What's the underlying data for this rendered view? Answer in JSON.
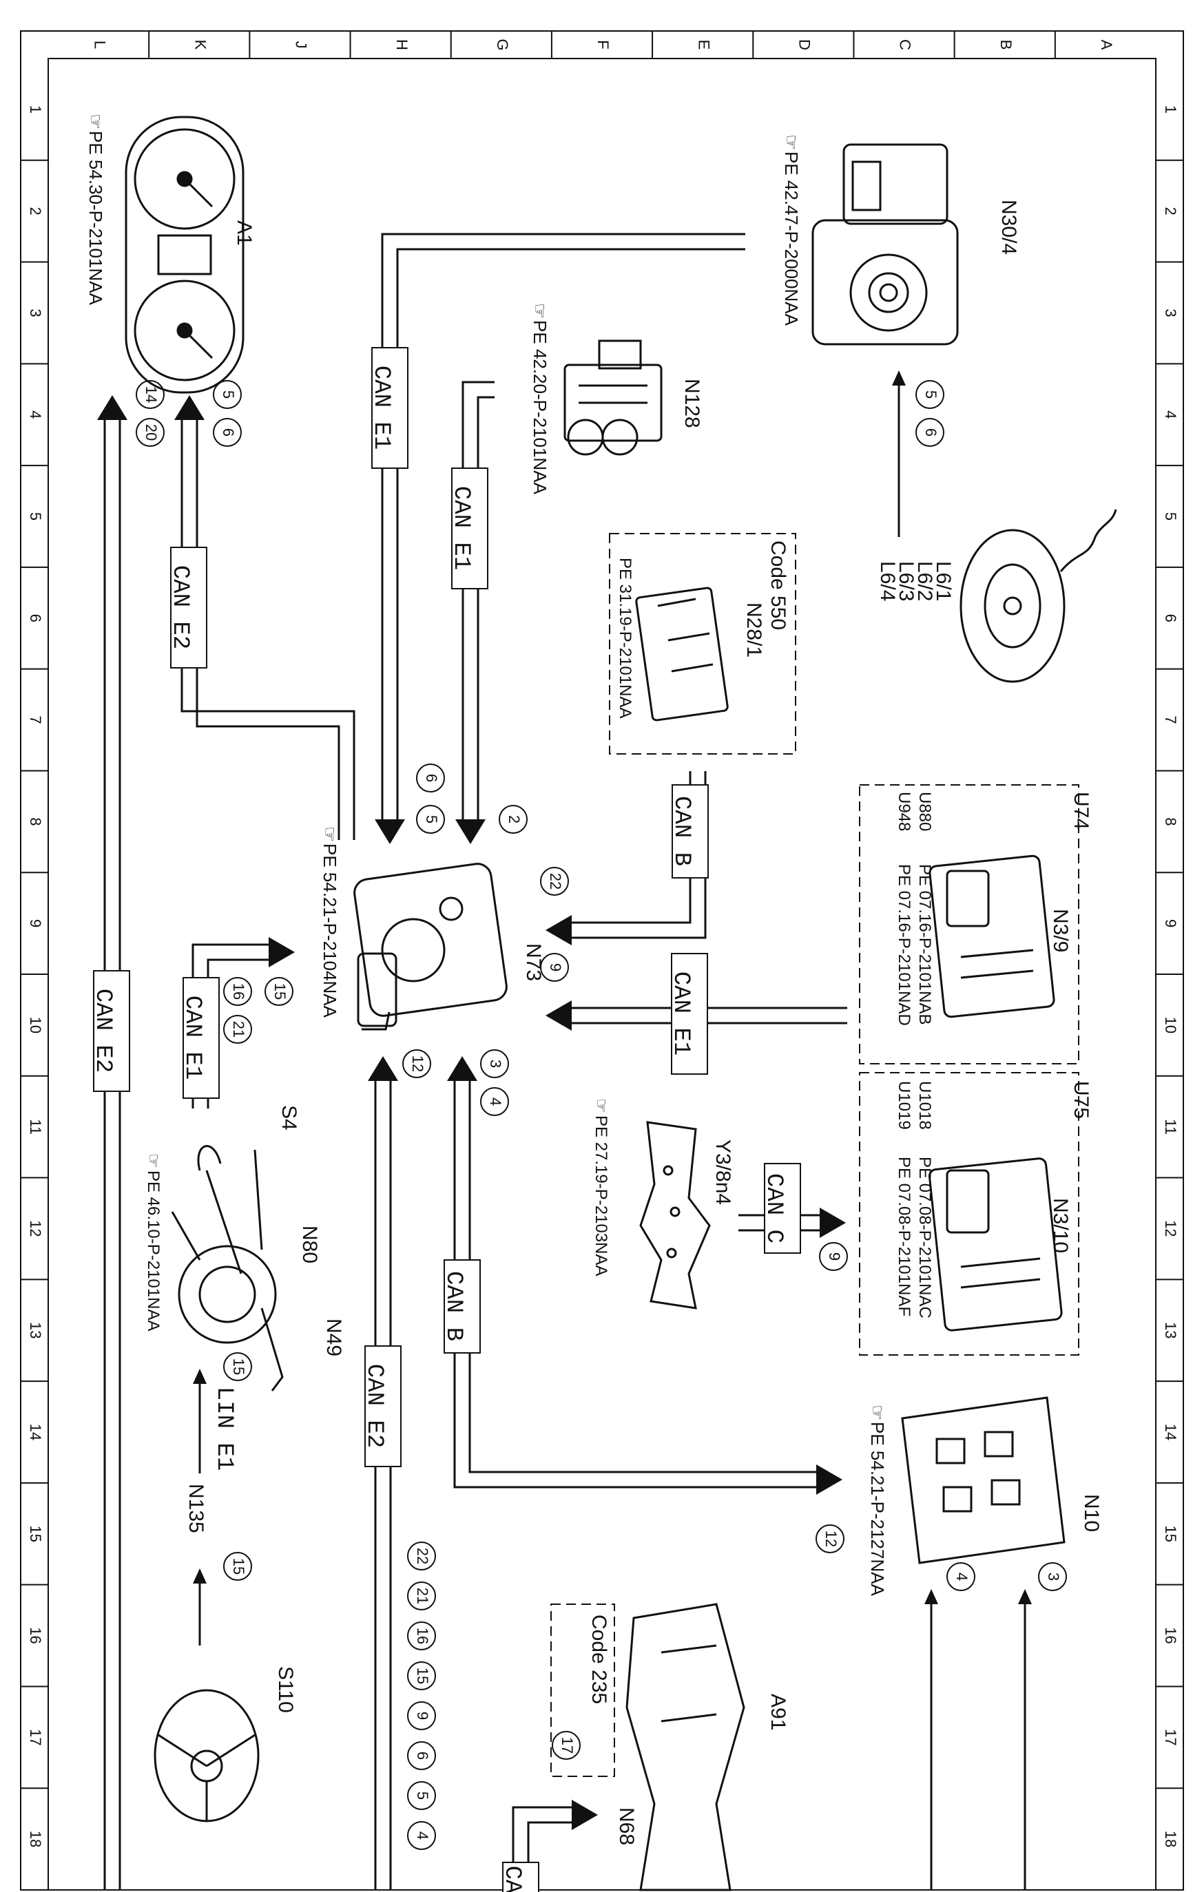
{
  "frame": {
    "columns": [
      "L",
      "K",
      "J",
      "H",
      "G",
      "F",
      "E",
      "D",
      "C",
      "B",
      "A"
    ],
    "rows": [
      "1",
      "2",
      "3",
      "4",
      "5",
      "6",
      "7",
      "8",
      "9",
      "10",
      "11",
      "12",
      "13",
      "14",
      "15",
      "16",
      "17",
      "18"
    ]
  },
  "components": {
    "A1": {
      "label": "A1",
      "ref": "PE 54.30-P-2101NAA"
    },
    "N30_4": {
      "label": "N30/4",
      "ref": "PE 42.47-P-2000NAA"
    },
    "N128": {
      "label": "N128",
      "ref": "PE 42.20-P-2101NAA"
    },
    "N28_1": {
      "label": "N28/1",
      "ref": "PE 31.19-P-2101NAA",
      "code": "Code 550"
    },
    "L6": {
      "labels": [
        "L6/1",
        "L6/2",
        "L6/3",
        "L6/4"
      ]
    },
    "N73": {
      "label": "N73",
      "ref": "PE 54.21-P-2104NAA"
    },
    "U74": {
      "label": "U74",
      "module": "N3/9",
      "lines": [
        {
          "code": "U880",
          "ref": "PE 07.16-P-2101NAB"
        },
        {
          "code": "U948",
          "ref": "PE 07.16-P-2101NAD"
        }
      ]
    },
    "U75": {
      "label": "U75",
      "module": "N3/10",
      "lines": [
        {
          "code": "U1018",
          "ref": "PE 07.08-P-2101NAC"
        },
        {
          "code": "U1019",
          "ref": "PE 07.08-P-2101NAF"
        }
      ]
    },
    "Y3_8n4": {
      "label": "Y3/8n4",
      "ref": "PE 27.19-P-2103NAA"
    },
    "S4": {
      "label": "S4"
    },
    "N80": {
      "label": "N80"
    },
    "N49": {
      "label": "N49"
    },
    "S4_ref": "PE 46.10-P-2101NAA",
    "N10": {
      "label": "N10",
      "ref": "PE 54.21-P-2127NAA"
    },
    "N135": {
      "label": "N135"
    },
    "S110": {
      "label": "S110"
    },
    "A91": {
      "label": "A91"
    },
    "N68": {
      "label": "N68"
    },
    "code235": "Code 235"
  },
  "buses": {
    "can_e1": "CAN E1",
    "can_e2": "CAN E2",
    "can_b": "CAN B",
    "can_c": "CAN C",
    "lin_e1": "LIN E1",
    "can_cut": "CA"
  },
  "circles": {
    "n30_5": "5",
    "n30_6": "6",
    "a1_5": "5",
    "a1_6": "6",
    "a1_14": "14",
    "a1_20": "20",
    "n73_6": "6",
    "n73_5": "5",
    "n73_2": "2",
    "n73_22": "22",
    "n73_9": "9",
    "n73_3": "3",
    "n73_4": "4",
    "n73_12": "12",
    "s_15": "15",
    "s_16": "16",
    "s_21": "21",
    "can_c_9": "9",
    "n10_12": "12",
    "n10_3": "3",
    "n10_4": "4",
    "lin_15": "15",
    "n135_15": "15",
    "code235_17": "17",
    "bottom": [
      "22",
      "21",
      "16",
      "15",
      "9",
      "6",
      "5",
      "4"
    ]
  }
}
